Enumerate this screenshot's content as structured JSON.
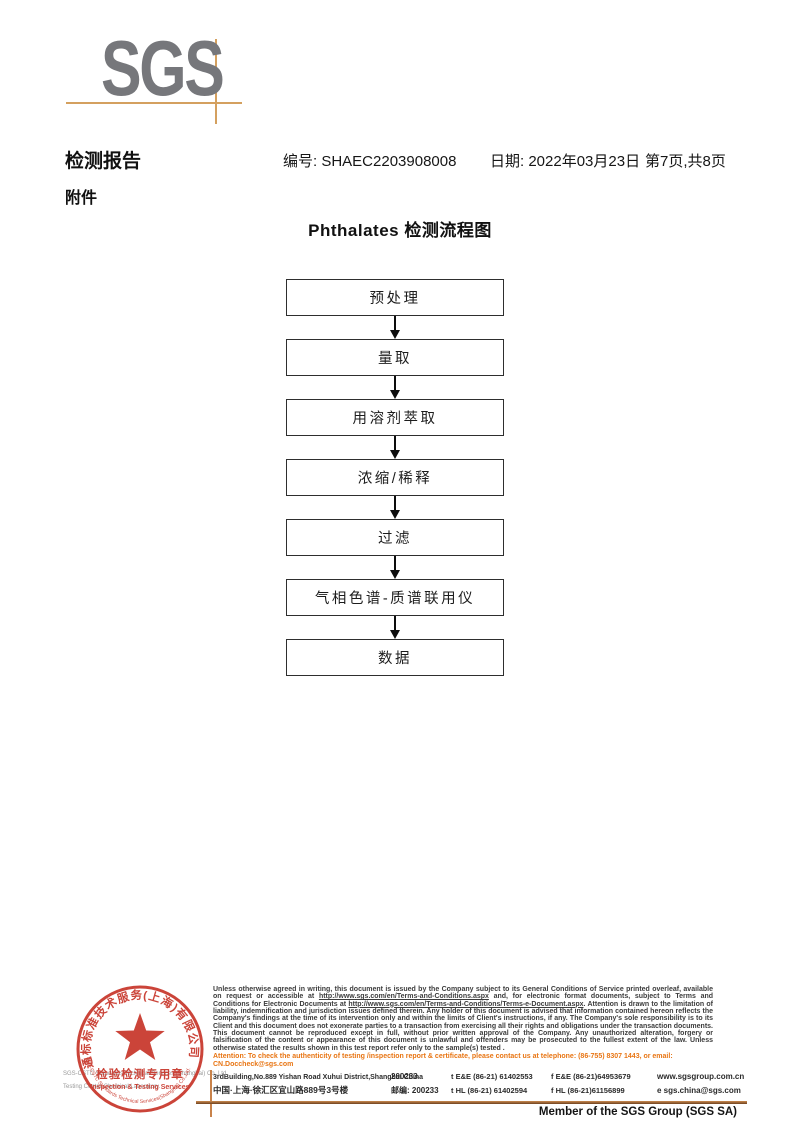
{
  "logo": {
    "text": "SGS"
  },
  "header": {
    "report_title": "检测报告",
    "report_no": "编号: SHAEC2203908008",
    "date": "日期: 2022年03月23日",
    "page_info": "第7页,共8页",
    "attachment_label": "附件"
  },
  "flowchart": {
    "title": "Phthalates 检测流程图",
    "steps": [
      "预处理",
      "量取",
      "用溶剂萃取",
      "浓缩/稀释",
      "过滤",
      "气相色谱-质谱联用仪",
      "数据"
    ]
  },
  "stamp": {
    "ring_text": "通标标准技术服务(上海)有限公司",
    "center_line1": "检验检测专用章",
    "center_line2": "Inspection & Testing Services",
    "bottom_arc": "SGS-CSTC Standards Technical Services(Shanghai) Co.,Ltd.",
    "company_en": "SGS-CSTC Standards Technical Services (Shanghai) Co.,Ltd.",
    "lab_en": "Testing Center-Chemical Laboratory."
  },
  "footer": {
    "legal": {
      "p1": "Unless otherwise agreed in writing, this document is issued by the Company subject to its General Conditions of Service printed overleaf, available on request or accessible at ",
      "link1": "http://www.sgs.com/en/Terms-and-Conditions.aspx",
      "p2": " and, for electronic format documents, subject to Terms and Conditions for Electronic Documents at ",
      "link2": "http://www.sgs.com/en/Terms-and-Conditions/Terms-e-Document.aspx",
      "p3": ". Attention is drawn to the limitation of liability, indemnification and jurisdiction issues defined therein. Any holder of this document is advised that information contained hereon reflects the Company's findings at the time of its intervention only and within the limits of Client's instructions, if any. The Company's sole responsibility is to its Client and this document does not exonerate parties to a transaction from exercising all their rights and obligations under the transaction documents. This document cannot be reproduced except in full, without prior written approval of the Company. Any unauthorized alteration, forgery or falsification of the content or appearance of this document is unlawful and offenders may be prosecuted to the fullest extent of the law. Unless otherwise stated the results shown in this test report refer only to the sample(s) tested ."
    },
    "attention": "Attention: To check the authenticity of testing /inspection report & certificate, please contact us at telephone: (86-755) 8307 1443, or email: CN.Doccheck@sgs.com",
    "address": {
      "en": "3rdBuilding,No.889 Yishan Road Xuhui District,Shanghai China",
      "en_postcode": "200233",
      "cn": "中国·上海·徐汇区宜山路889号3号楼",
      "cn_postcode": "邮编: 200233",
      "tel1": "t E&E (86-21) 61402553",
      "fax1": "f E&E (86-21)64953679",
      "web": "www.sgsgroup.com.cn",
      "tel2": "t HL (86-21) 61402594",
      "fax2": "f HL (86-21)61156899",
      "email": "e  sgs.china@sgs.com"
    },
    "member": "Member of the SGS Group (SGS SA)"
  },
  "colors": {
    "brand_gray": "#76777B",
    "accent_tan": "#D4A05F",
    "stamp_red": "#C8362B",
    "attention_orange": "#E87513"
  }
}
